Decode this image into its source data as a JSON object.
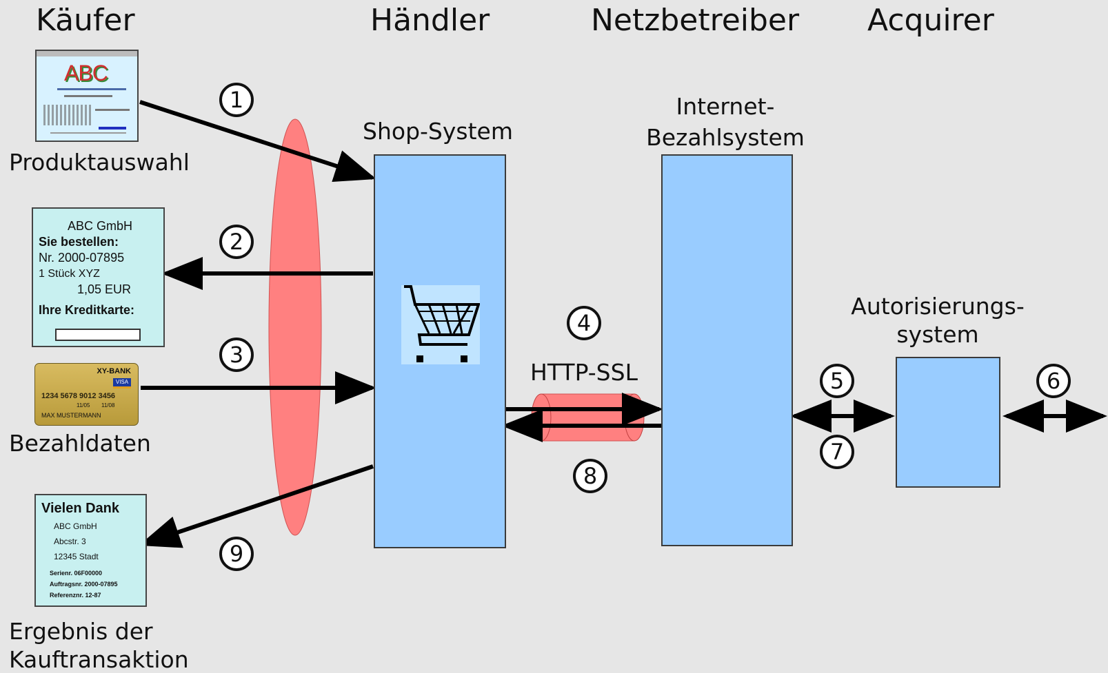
{
  "columns": {
    "kaeufer": "Käufer",
    "haendler": "Händler",
    "netzbetreiber": "Netzbetreiber",
    "acquirer": "Acquirer"
  },
  "labels": {
    "produktauswahl": "Produktauswahl",
    "bezahldaten": "Bezahldaten",
    "ergebnis_line1": "Ergebnis der",
    "ergebnis_line2": "Kauftransaktion",
    "shop_system": "Shop-System",
    "internet_line1": "Internet-",
    "internet_line2": "Bezahlsystem",
    "auth_line1": "Autorisierungs-",
    "auth_line2": "system",
    "http_ssl": "HTTP-SSL"
  },
  "steps": [
    "1",
    "2",
    "3",
    "4",
    "5",
    "6",
    "7",
    "8",
    "9"
  ],
  "product_doc": {
    "logo": "ABC"
  },
  "order_doc": {
    "company": "ABC GmbH",
    "heading": "Sie bestellen:",
    "order_nr": "Nr. 2000-07895",
    "item": "1 Stück XYZ",
    "price": "1,05 EUR",
    "card_label": "Ihre Kreditkarte:"
  },
  "credit_card": {
    "bank": "XY-BANK",
    "brand": "VISA",
    "number": "1234 5678 9012 3456",
    "valid_from": "11/05",
    "valid_to": "11/08",
    "holder": "MAX MUSTERMANN"
  },
  "receipt_doc": {
    "heading": "Vielen Dank",
    "company": "ABC GmbH",
    "street": "Abcstr. 3",
    "city": "12345 Stadt",
    "serial": "Serienr. 06F00000",
    "order": "Auftragsnr. 2000-07895",
    "reference": "Referenznr. 12-87"
  },
  "colors": {
    "background": "#e6e6e6",
    "system_box": "#99ccff",
    "ssl_tunnel": "#ff8080",
    "arrow": "#000000"
  }
}
